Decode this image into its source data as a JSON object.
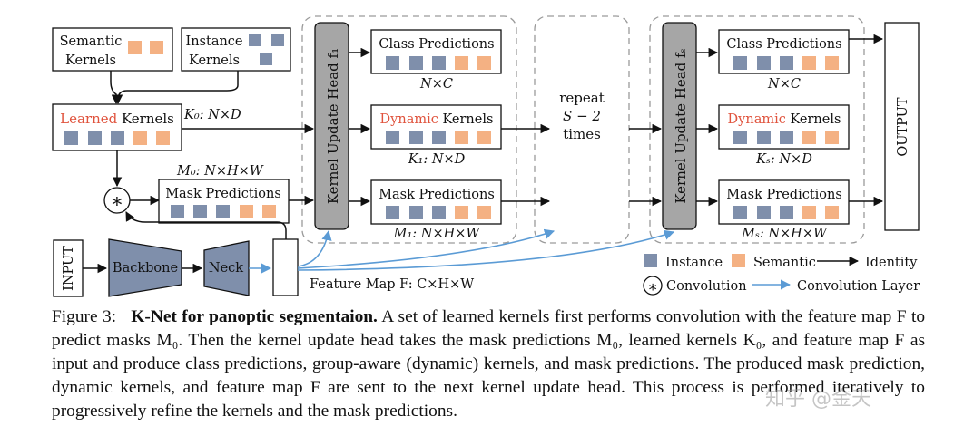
{
  "semantic_kernels": "Semantic\nKernels",
  "instance_kernels": "Instance\nKernels",
  "learned_kernels": {
    "highlight": "Learned",
    "rest": " Kernels"
  },
  "k0_label": "K₀: N×D",
  "m0_label": "M₀: N×H×W",
  "mask_predictions": "Mask Predictions",
  "class_predictions": "Class Predictions",
  "dynamic_kernels": {
    "highlight": "Dynamic",
    "rest": " Kernels"
  },
  "nc_label": "N×C",
  "k1_label": "K₁: N×D",
  "m1_label": "M₁: N×H×W",
  "ks_label": "Kₛ: N×D",
  "ms_label": "Mₛ: N×H×W",
  "head1_label": "Kernel Update Head f₁",
  "heads_label": "Kernel Update Head fₛ",
  "repeat_line1": "repeat",
  "repeat_line2": "S − 2",
  "repeat_line3": "times",
  "output_label": "OUTPUT",
  "input_label": "INPUT",
  "backbone_label": "Backbone",
  "neck_label": "Neck",
  "conv_symbol": "∗",
  "feature_map_label": "Feature Map F: C×H×W",
  "legend": {
    "instance": "Instance",
    "semantic": "Semantic",
    "identity": "Identity",
    "convolution": "Convolution",
    "conv_layer": "Convolution Layer"
  },
  "colors": {
    "instance": "#7f8fab",
    "semantic": "#f4b183",
    "conv_layer": "#5b9bd5",
    "highlight": "#e0533d"
  },
  "caption": {
    "figure": "Figure 3:",
    "title": "K-Net for panoptic segmentaion.",
    "body": "A set of learned kernels first performs convolution with the feature map F to predict masks M₀. Then the kernel update head takes the mask predictions M₀, learned kernels K₀, and feature map F as input and produce class predictions, group-aware (dynamic) kernels, and mask predictions. The produced mask prediction, dynamic kernels, and feature map F are sent to the next kernel update head. This process is performed iteratively to progressively refine the kernels and the mask predictions."
  },
  "watermark": "知乎 @金天"
}
